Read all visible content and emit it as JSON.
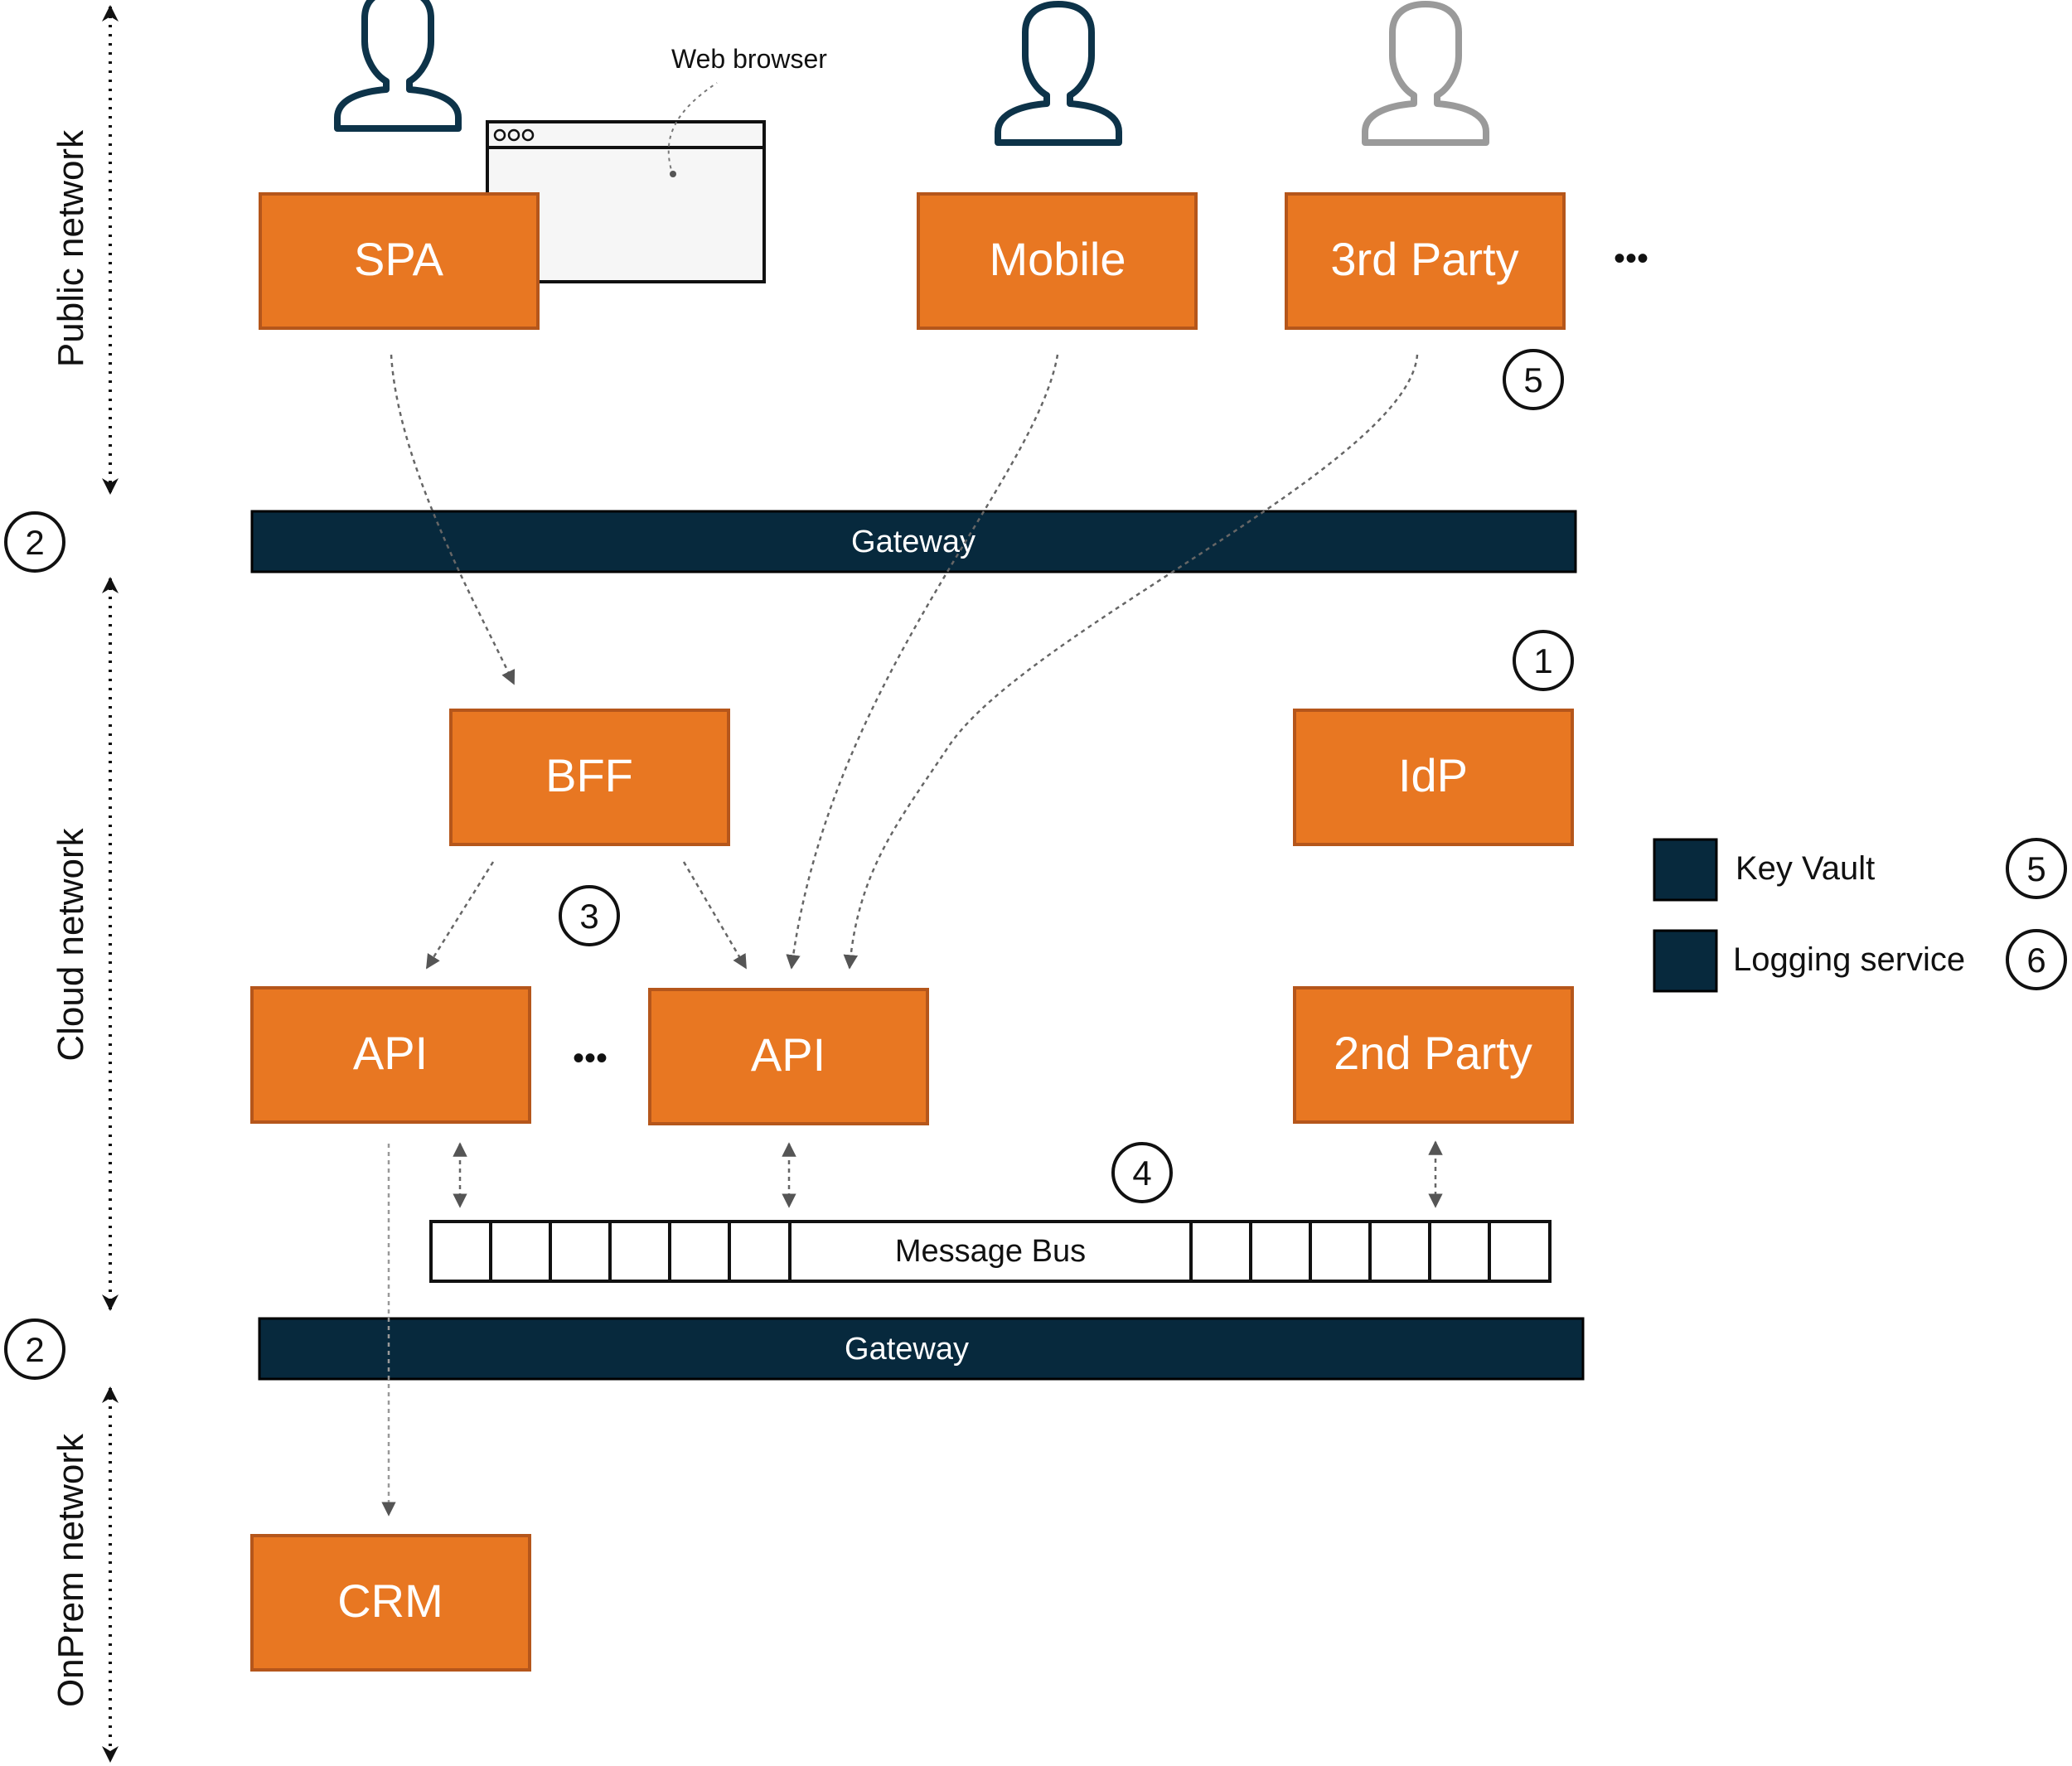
{
  "zones": [
    {
      "label": "Public network"
    },
    {
      "label": "Cloud network"
    },
    {
      "label": "OnPrem network"
    }
  ],
  "gateways": [
    {
      "label": "Gateway",
      "badge": "2"
    },
    {
      "label": "Gateway",
      "badge": "2"
    }
  ],
  "users": [
    {
      "icon": "user-icon",
      "color": "#0d3349"
    },
    {
      "icon": "user-icon",
      "color": "#0d3349"
    },
    {
      "icon": "user-icon",
      "color": "#9a9a9a"
    }
  ],
  "web_browser": {
    "label": "Web browser",
    "icon": "browser-window-icon"
  },
  "components": {
    "spa": "SPA",
    "mobile": "Mobile",
    "third_party": "3rd Party",
    "bff": "BFF",
    "idp": "IdP",
    "api_left": "API",
    "api_right": "API",
    "second_party": "2nd Party",
    "crm": "CRM"
  },
  "ellipsis": "•••",
  "message_bus": {
    "label": "Message Bus"
  },
  "badges": {
    "idp": "1",
    "third_party": "5",
    "bff": "3",
    "message_bus": "4"
  },
  "legend": [
    {
      "label": "Key Vault",
      "badge": "5"
    },
    {
      "label": "Logging service",
      "badge": "6"
    }
  ],
  "colors": {
    "component_fill": "#e87722",
    "component_stroke": "#b5561b",
    "dark": "#07293d",
    "arrow": "#555555",
    "text_light": "#ffffff",
    "text_dark": "#111111"
  }
}
